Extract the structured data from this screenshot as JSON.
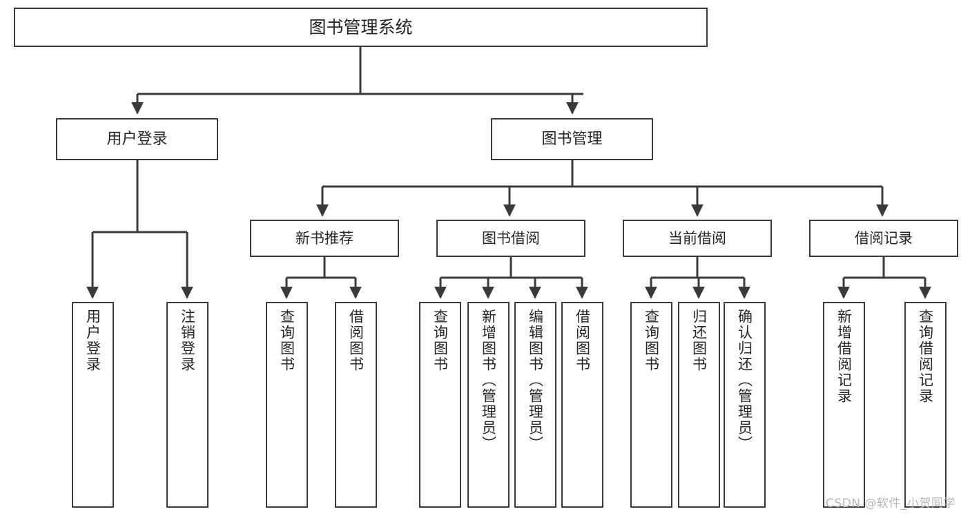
{
  "diagram": {
    "type": "tree",
    "title": "图书管理系统",
    "watermark": "CSDN @软件_小贺同学",
    "colors": {
      "stroke": "#3a3a3a",
      "fill": "#ffffff",
      "text": "#262626",
      "watermark": "#b6b6b6"
    },
    "nodes": {
      "root": {
        "label": "图书管理系统"
      },
      "user_login": {
        "label": "用户登录"
      },
      "book_manage": {
        "label": "图书管理"
      },
      "new_book_rec": {
        "label": "新书推荐"
      },
      "book_borrow": {
        "label": "图书借阅"
      },
      "current_borrow": {
        "label": "当前借阅"
      },
      "borrow_record": {
        "label": "借阅记录"
      },
      "leaf_user_login": {
        "label": "用户登录"
      },
      "leaf_logout": {
        "label": "注销登录"
      },
      "leaf_query_book_1": {
        "label": "查询图书"
      },
      "leaf_borrow_book_1": {
        "label": "借阅图书"
      },
      "leaf_query_book_2": {
        "label": "查询图书"
      },
      "leaf_add_book": {
        "label": "新增图书（管理员）"
      },
      "leaf_edit_book": {
        "label": "编辑图书（管理员）"
      },
      "leaf_borrow_book_2": {
        "label": "借阅图书"
      },
      "leaf_query_book_3": {
        "label": "查询图书"
      },
      "leaf_return_book": {
        "label": "归还图书"
      },
      "leaf_confirm_return": {
        "label": "确认归还（管理员）"
      },
      "leaf_add_record": {
        "label": "新增借阅记录"
      },
      "leaf_query_record": {
        "label": "查询借阅记录"
      }
    },
    "edges": [
      {
        "from": "root",
        "to": "user_login"
      },
      {
        "from": "root",
        "to": "book_manage"
      },
      {
        "from": "user_login",
        "to": "leaf_user_login"
      },
      {
        "from": "user_login",
        "to": "leaf_logout"
      },
      {
        "from": "book_manage",
        "to": "new_book_rec"
      },
      {
        "from": "book_manage",
        "to": "book_borrow"
      },
      {
        "from": "book_manage",
        "to": "current_borrow"
      },
      {
        "from": "book_manage",
        "to": "borrow_record"
      },
      {
        "from": "new_book_rec",
        "to": "leaf_query_book_1"
      },
      {
        "from": "new_book_rec",
        "to": "leaf_borrow_book_1"
      },
      {
        "from": "book_borrow",
        "to": "leaf_query_book_2"
      },
      {
        "from": "book_borrow",
        "to": "leaf_add_book"
      },
      {
        "from": "book_borrow",
        "to": "leaf_edit_book"
      },
      {
        "from": "book_borrow",
        "to": "leaf_borrow_book_2"
      },
      {
        "from": "current_borrow",
        "to": "leaf_query_book_3"
      },
      {
        "from": "current_borrow",
        "to": "leaf_return_book"
      },
      {
        "from": "current_borrow",
        "to": "leaf_confirm_return"
      },
      {
        "from": "borrow_record",
        "to": "leaf_add_record"
      },
      {
        "from": "borrow_record",
        "to": "leaf_query_record"
      }
    ]
  }
}
